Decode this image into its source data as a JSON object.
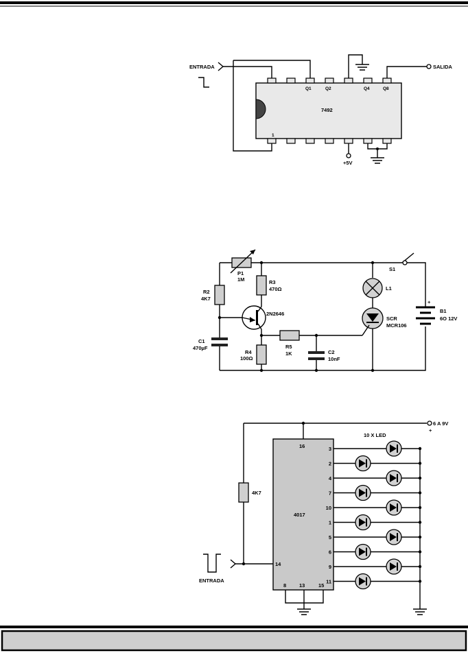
{
  "circuit1": {
    "chip": "7492",
    "input_label": "ENTRADA",
    "output_label": "SALIDA",
    "pin_q1": "Q1",
    "pin_q2": "Q2",
    "pin_q4": "Q4",
    "pin_q8": "Q8",
    "pin_1": "1",
    "supply": "+5V"
  },
  "circuit2": {
    "p1_name": "P1",
    "p1_value": "1M",
    "r2_name": "R2",
    "r2_value": "4K7",
    "r3_name": "R3",
    "r3_value": "470Ω",
    "transistor": "2N2646",
    "c1_name": "C1",
    "c1_value": "470µF",
    "r4_name": "R4",
    "r4_value": "100Ω",
    "r5_name": "R5",
    "r5_value": "1K",
    "c2_name": "C2",
    "c2_value": "10nF",
    "switch": "S1",
    "lamp": "L1",
    "scr_name": "SCR",
    "scr_model": "MCR106",
    "battery_plus": "+",
    "battery_name": "B1",
    "battery_value": "6O  12V"
  },
  "circuit3": {
    "chip": "4017",
    "supply": "6 A 9V",
    "supply_plus": "+",
    "resistor": "4K7",
    "led_label": "10 X LED",
    "input_label": "ENTRADA",
    "pin_16": "16",
    "pin_14": "14",
    "pin_8": "8",
    "pin_13": "13",
    "pin_15": "15",
    "outputs": [
      "3",
      "2",
      "4",
      "7",
      "10",
      "1",
      "5",
      "6",
      "9",
      "11"
    ]
  }
}
